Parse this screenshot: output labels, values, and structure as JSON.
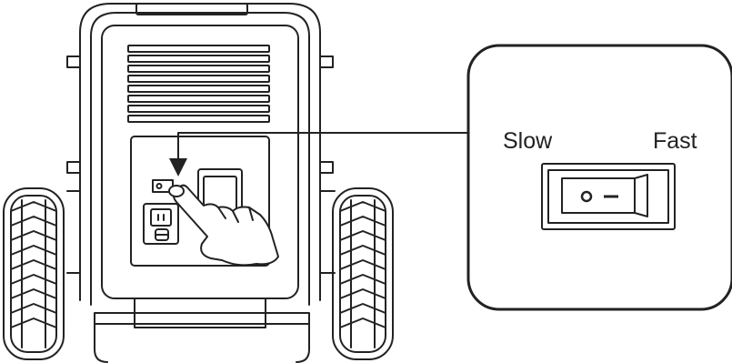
{
  "callout": {
    "slow_label": "Slow",
    "fast_label": "Fast",
    "switch_symbols": {
      "left": "O",
      "right": "–"
    }
  },
  "icons": [
    "generator-icon",
    "rocker-switch-icon",
    "pointing-hand-icon",
    "arrow-down-icon",
    "wheel-icon"
  ],
  "colors": {
    "line": "#222222",
    "background": "#ffffff"
  }
}
